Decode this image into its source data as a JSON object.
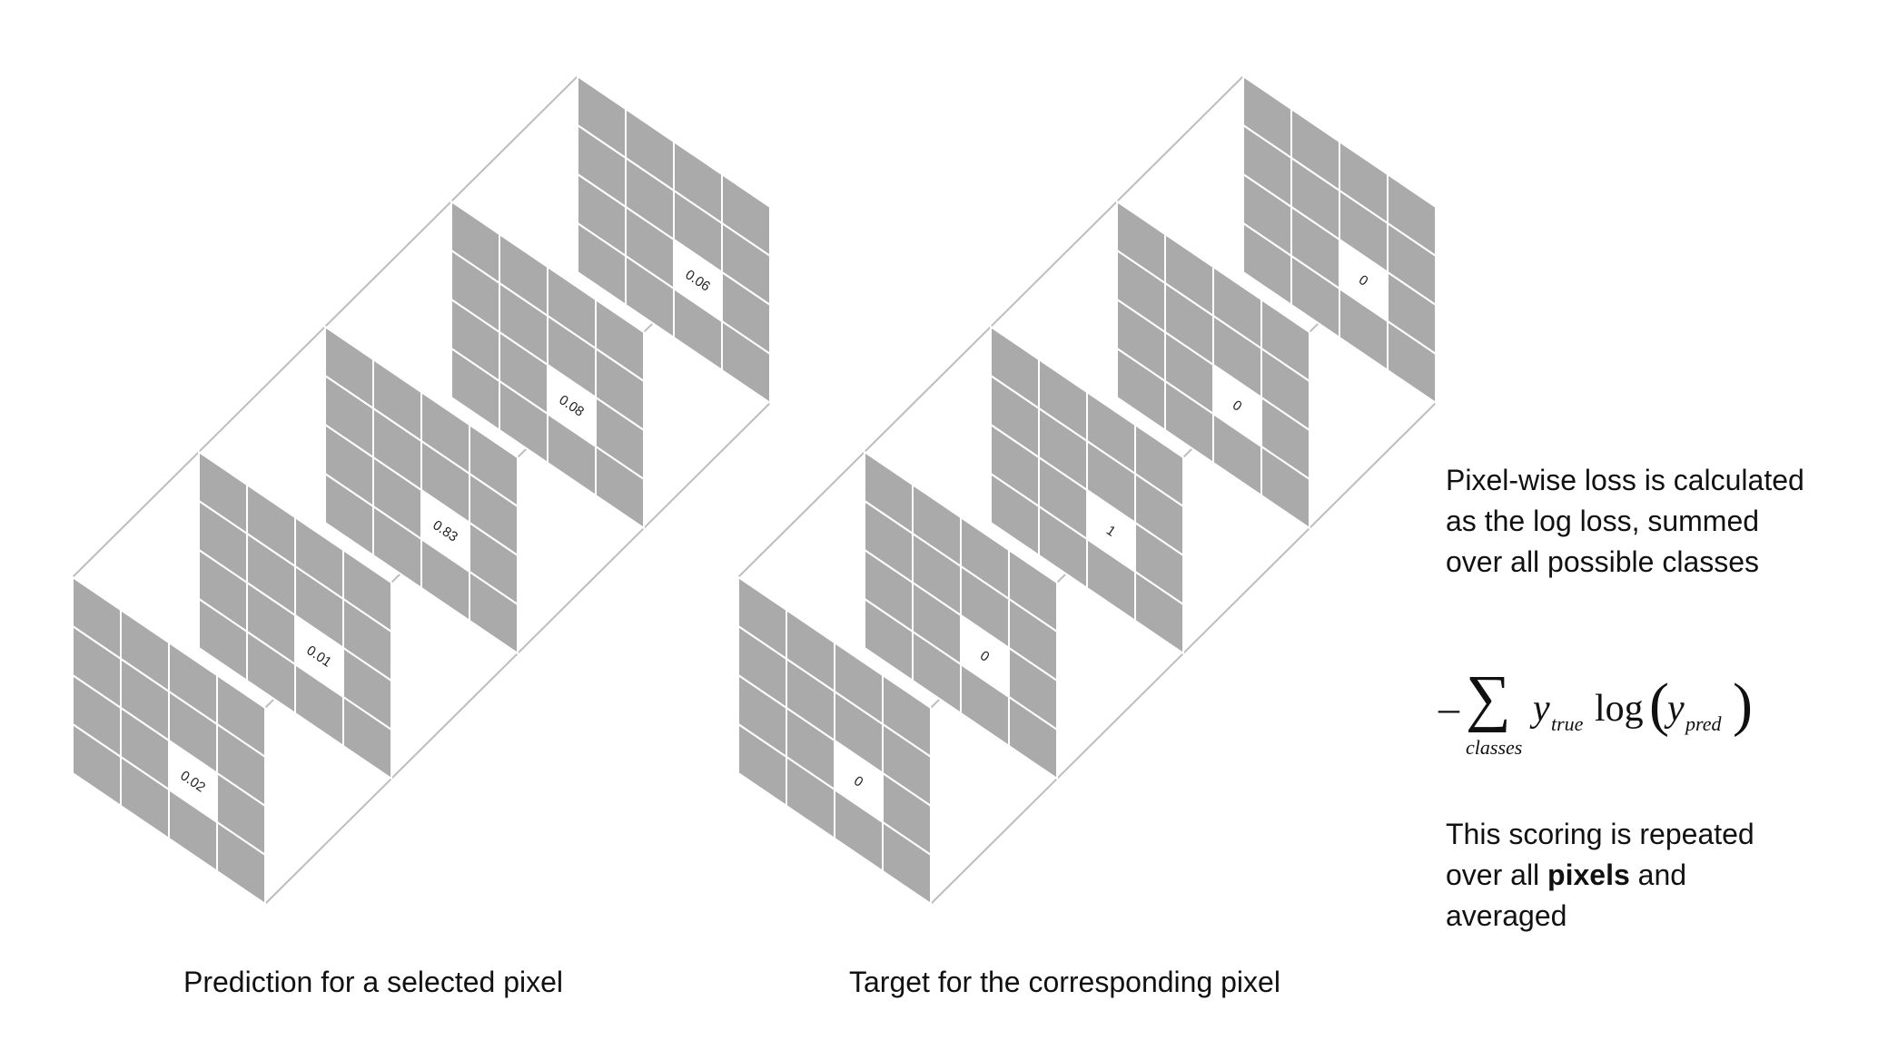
{
  "diagrams": [
    {
      "caption": "Prediction for a selected pixel",
      "values": [
        "0.02",
        "0.01",
        "0.83",
        "0.08",
        "0.06"
      ]
    },
    {
      "caption": "Target for the corresponding pixel",
      "values": [
        "0",
        "0",
        "1",
        "0",
        "0"
      ]
    }
  ],
  "side_text": {
    "para1": "Pixel-wise loss is calculated as the log loss, summed over all possible classes",
    "para2_pre": "This scoring is repeated over all ",
    "para2_bold": "pixels",
    "para2_post": " and averaged"
  },
  "formula": {
    "minus": "–",
    "sigma": "∑",
    "sum_subscript": "classes",
    "y_true": "y",
    "y_true_sub": "true",
    "log": "log",
    "y_pred": "y",
    "y_pred_sub": "pred",
    "lparen": "(",
    "rparen": ")"
  },
  "colors": {
    "panel_fill": "#aaaaaa",
    "grid_line": "#ffffff",
    "box_edge": "#bdbdbd",
    "highlight_cell": "#ffffff"
  }
}
